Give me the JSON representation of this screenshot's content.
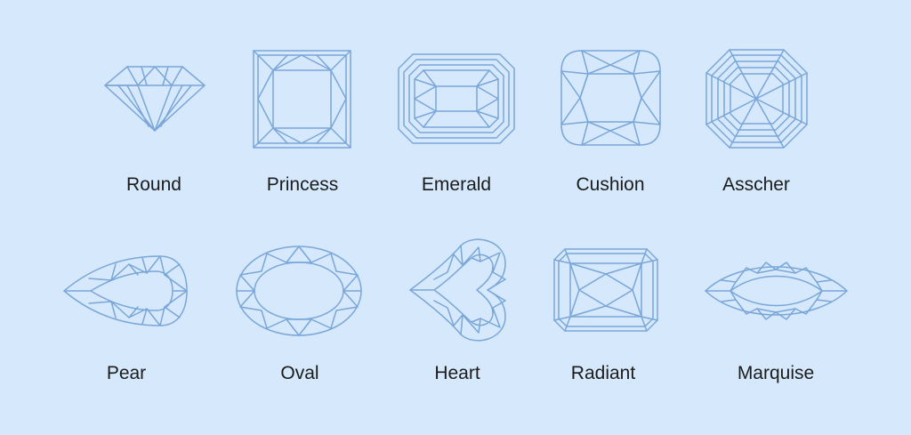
{
  "shapes": [
    {
      "name": "Round"
    },
    {
      "name": "Princess"
    },
    {
      "name": "Emerald"
    },
    {
      "name": "Cushion"
    },
    {
      "name": "Asscher"
    },
    {
      "name": "Pear"
    },
    {
      "name": "Oval"
    },
    {
      "name": "Heart"
    },
    {
      "name": "Radiant"
    },
    {
      "name": "Marquise"
    }
  ],
  "colors": {
    "background": "#d5e8fc",
    "line": "#7aa6d8",
    "text": "#1c1c1c"
  }
}
